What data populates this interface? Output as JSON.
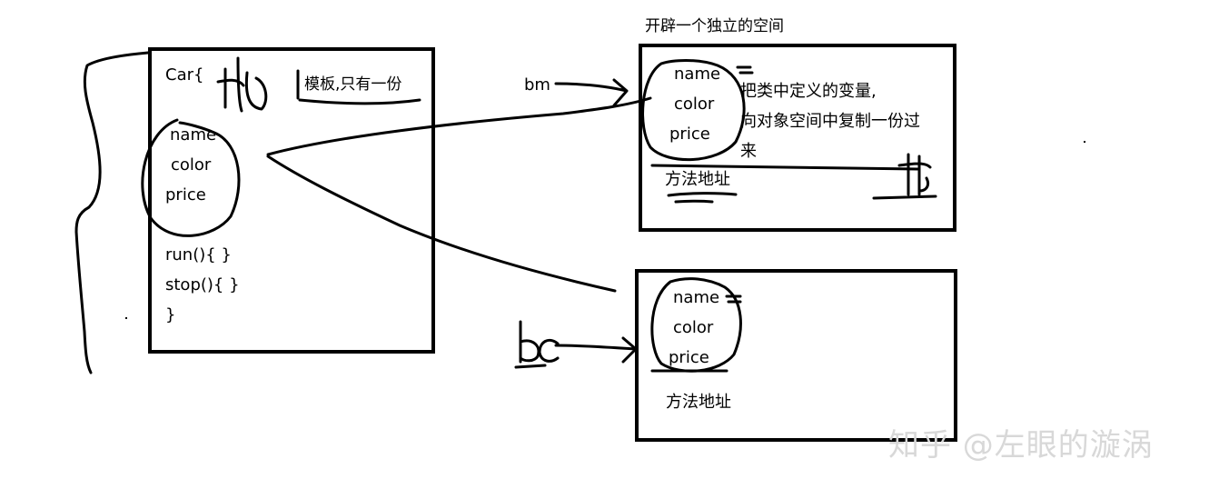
{
  "class_template": {
    "header": "Car{",
    "fields": [
      "name",
      "color",
      "price"
    ],
    "methods": [
      "run(){   }",
      "stop(){    }"
    ],
    "closing": "}"
  },
  "annotations": {
    "template_note": "模板,只有一份",
    "space_title": "开辟一个独立的空间",
    "copy_note_line1": "把类中定义的变量,",
    "copy_note_line2": "向对象空间中复制一份过",
    "copy_note_line3": "来"
  },
  "object_bm": {
    "ref_label": "bm",
    "fields": [
      "name",
      "color",
      "price"
    ],
    "method_address": "方法地址"
  },
  "object_bc": {
    "ref_label": "bc",
    "fields": [
      "name",
      "color",
      "price"
    ],
    "method_address": "方法地址"
  },
  "watermark": "知乎 @左眼的漩涡"
}
